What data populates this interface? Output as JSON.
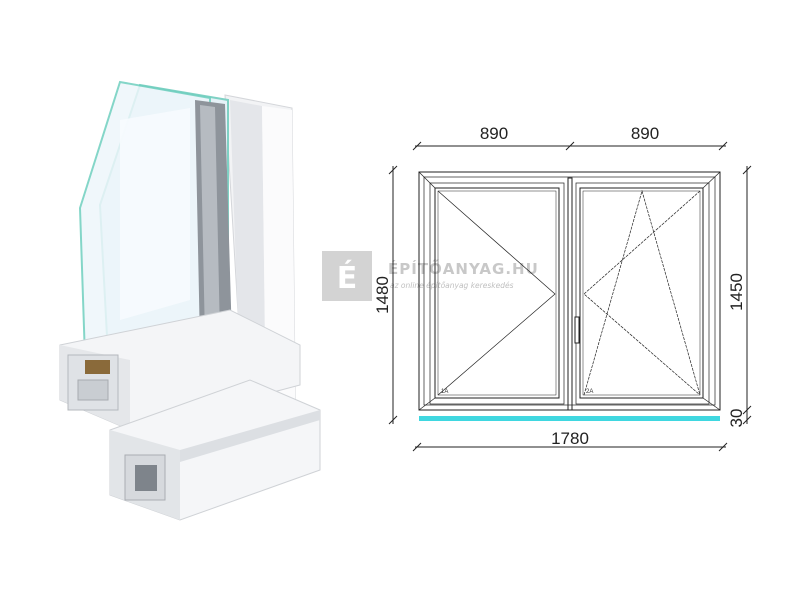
{
  "drawing": {
    "width_left": "890",
    "width_right": "890",
    "width_total": "1780",
    "height_total": "1480",
    "height_frame": "1450",
    "height_sill": "30",
    "sash_left_label": "1A",
    "sash_right_label": "2A",
    "sill_color": "#3fd7e0",
    "line_color": "#222222"
  },
  "watermark": {
    "brand": "ÉPÍTŐANYAG.HU",
    "tagline": "az online építőanyag kereskedés",
    "logo_letter": "É"
  },
  "profile_image": {
    "icon": "window-profile-cross-section"
  }
}
